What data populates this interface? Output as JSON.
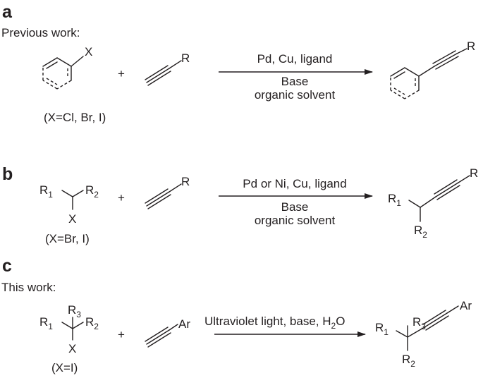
{
  "panels": {
    "a": {
      "letter": "a",
      "caption": "Previous work:",
      "substituent_x": "X",
      "alkyne_r": "R",
      "plus": "+",
      "conditions_top": "Pd, Cu, ligand",
      "conditions_bottom_1": "Base",
      "conditions_bottom_2": "organic solvent",
      "note": "(X=Cl, Br, I)",
      "product_r": "R"
    },
    "b": {
      "letter": "b",
      "r1": "R",
      "r1_sub": "1",
      "r2": "R",
      "r2_sub": "2",
      "x": "X",
      "note": "(X=Br, I)",
      "plus": "+",
      "alkyne_r": "R",
      "conditions_top": "Pd or Ni, Cu, ligand",
      "conditions_bottom_1": "Base",
      "conditions_bottom_2": "organic solvent",
      "product_r1": "R",
      "product_r1_sub": "1",
      "product_r2": "R",
      "product_r2_sub": "2",
      "product_r": "R"
    },
    "c": {
      "letter": "c",
      "caption": "This work:",
      "r1": "R",
      "r1_sub": "1",
      "r2": "R",
      "r2_sub": "2",
      "r3": "R",
      "r3_sub": "3",
      "x": "X",
      "note": "(X=I)",
      "plus": "+",
      "alkyne_ar": "Ar",
      "conditions_top_main": "Ultraviolet light, base, H",
      "conditions_top_sub": "2",
      "conditions_top_end": "O",
      "product_r1": "R",
      "product_r1_sub": "1",
      "product_r2": "R",
      "product_r2_sub": "2",
      "product_r3": "R",
      "product_r3_sub": "3",
      "product_ar": "Ar"
    }
  }
}
